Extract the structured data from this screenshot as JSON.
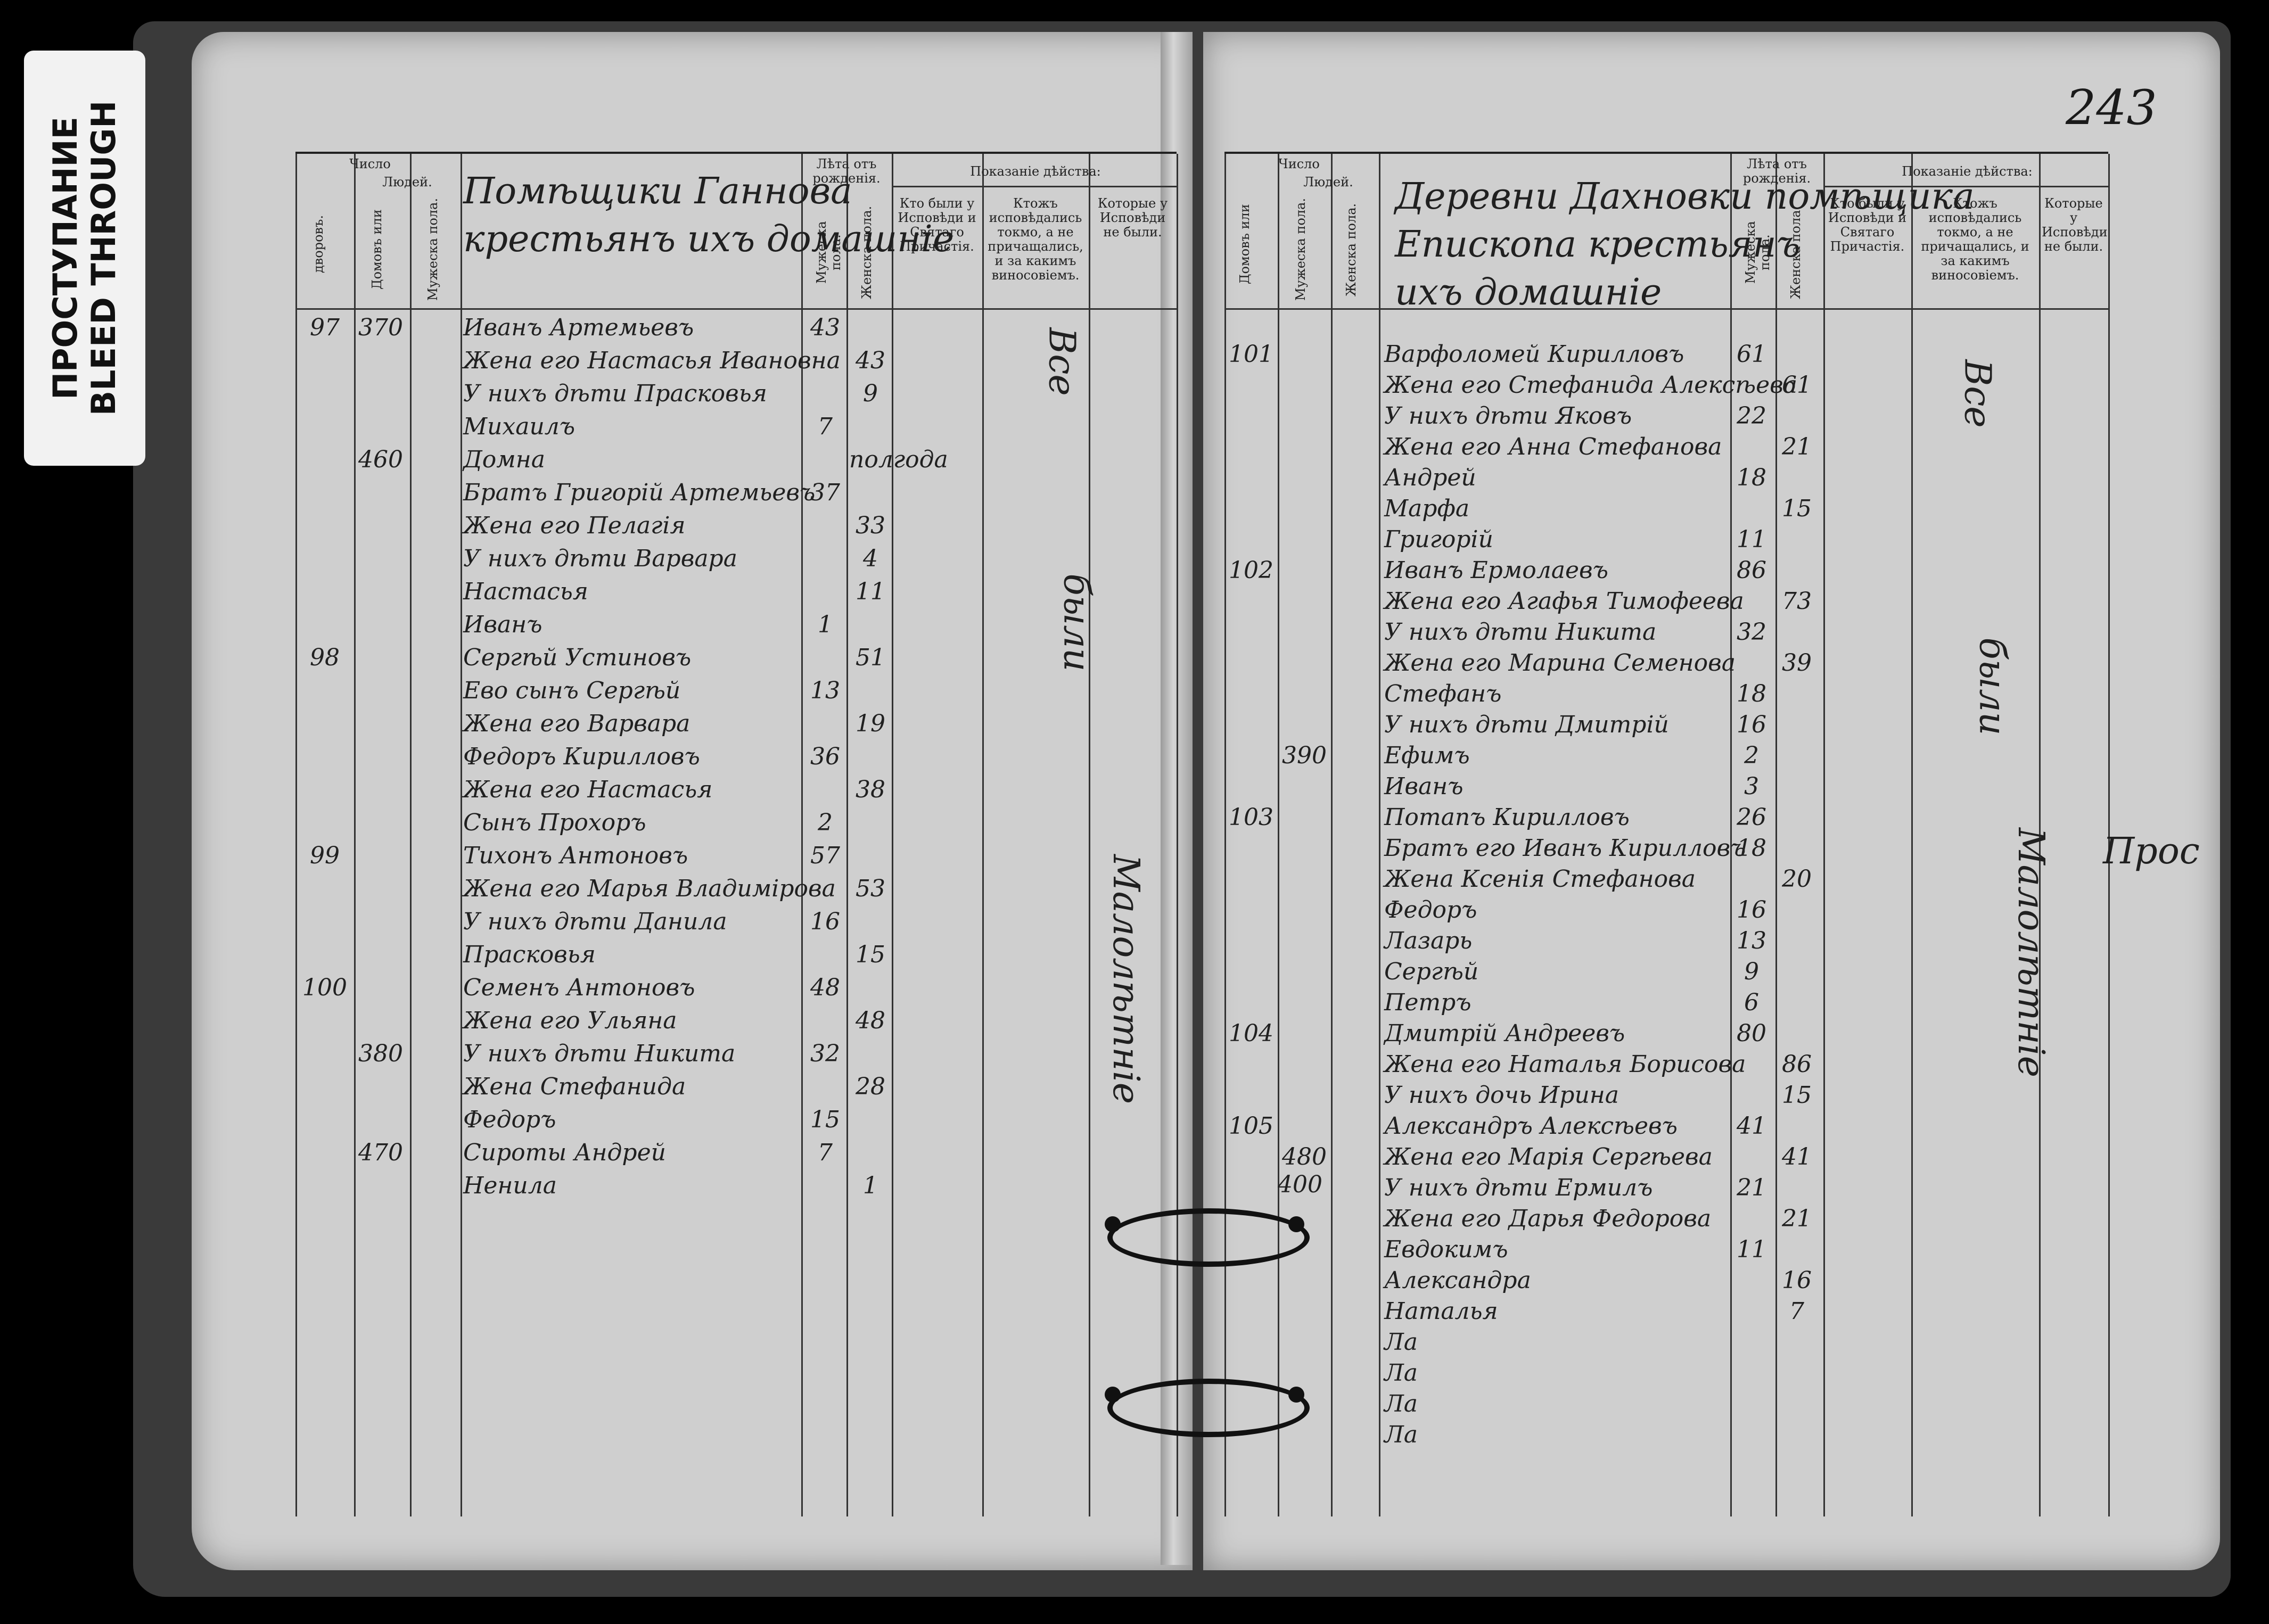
{
  "label": {
    "line1": "ПРОСТУПАНИЕ",
    "line2": "BLEED THROUGH"
  },
  "folio": "243",
  "headers": {
    "chislo": "Число",
    "dvorov": "дворовъ.",
    "domov": "Домовъ или",
    "lyudey": "Людей.",
    "muzh": "Мужеска пола.",
    "zhen": "Женска пола.",
    "leta": "Лѣта отъ рожденія.",
    "pokazanie": "Показаніе дѣйства:",
    "kto": "Кто были у Исповѣди и Святаго Причастія.",
    "ktozh": "Ктожъ исповѣдались токмо, а не причащались, и за какимъ виносовіемъ.",
    "kotorye": "Которые у Исповѣди не были."
  },
  "left": {
    "heading": [
      "Помѣщики Ганнова",
      "крестьянъ ихъ домашніе"
    ],
    "rows": [
      {
        "yard": "97",
        "people": "370",
        "name": "Иванъ Артемьевъ",
        "m": "43",
        "f": ""
      },
      {
        "yard": "",
        "people": "",
        "name": "Жена его Настасья Ивановна",
        "m": "",
        "f": "43"
      },
      {
        "yard": "",
        "people": "",
        "name": "У нихъ дѣти Прасковья",
        "m": "",
        "f": "9"
      },
      {
        "yard": "",
        "people": "",
        "name": "Михаилъ",
        "m": "7",
        "f": ""
      },
      {
        "yard": "",
        "people": "460",
        "name": "Домна",
        "m": "",
        "f": "полгода"
      },
      {
        "yard": "",
        "people": "",
        "name": "Братъ Григорій Артемьевъ",
        "m": "37",
        "f": ""
      },
      {
        "yard": "",
        "people": "",
        "name": "Жена его Пелагія",
        "m": "",
        "f": "33"
      },
      {
        "yard": "",
        "people": "",
        "name": "У нихъ дѣти Варвара",
        "m": "",
        "f": "4"
      },
      {
        "yard": "",
        "people": "",
        "name": "Настасья",
        "m": "",
        "f": "11"
      },
      {
        "yard": "",
        "people": "",
        "name": "Иванъ",
        "m": "1",
        "f": ""
      },
      {
        "yard": "98",
        "people": "",
        "name": "Сергѣй Устиновъ",
        "m": "",
        "f": "51"
      },
      {
        "yard": "",
        "people": "",
        "name": "Ево сынъ Сергѣй",
        "m": "13",
        "f": ""
      },
      {
        "yard": "",
        "people": "",
        "name": "Жена его Варвара",
        "m": "",
        "f": "19"
      },
      {
        "yard": "",
        "people": "",
        "name": "Федоръ Кирилловъ",
        "m": "36",
        "f": ""
      },
      {
        "yard": "",
        "people": "",
        "name": "Жена его Настасья",
        "m": "",
        "f": "38"
      },
      {
        "yard": "",
        "people": "",
        "name": "Сынъ Прохоръ",
        "m": "2",
        "f": ""
      },
      {
        "yard": "99",
        "people": "",
        "name": "Тихонъ Антоновъ",
        "m": "57",
        "f": ""
      },
      {
        "yard": "",
        "people": "",
        "name": "Жена его Марья Владимірова",
        "m": "",
        "f": "53"
      },
      {
        "yard": "",
        "people": "",
        "name": "У нихъ дѣти Данила",
        "m": "16",
        "f": ""
      },
      {
        "yard": "",
        "people": "",
        "name": "Прасковья",
        "m": "",
        "f": "15"
      },
      {
        "yard": "100",
        "people": "",
        "name": "Семенъ Антоновъ",
        "m": "48",
        "f": ""
      },
      {
        "yard": "",
        "people": "",
        "name": "Жена его Ульяна",
        "m": "",
        "f": "48"
      },
      {
        "yard": "",
        "people": "380",
        "name": "У нихъ дѣти Никита",
        "m": "32",
        "f": ""
      },
      {
        "yard": "",
        "people": "",
        "name": "Жена Стефанида",
        "m": "",
        "f": "28"
      },
      {
        "yard": "",
        "people": "",
        "name": "Федоръ",
        "m": "15",
        "f": ""
      },
      {
        "yard": "",
        "people": "470",
        "name": "Сироты Андрей",
        "m": "7",
        "f": ""
      },
      {
        "yard": "",
        "people": "",
        "name": "Ненила",
        "m": "",
        "f": "1"
      }
    ],
    "status": [
      "Все",
      "были"
    ],
    "status2": "Малолѣтніе"
  },
  "right": {
    "heading": [
      "Деревни Дахновки помѣщика",
      "Епископа крестьянъ",
      "ихъ домашніе"
    ],
    "rows": [
      {
        "yard": "101",
        "people": "",
        "name": "Варфоломей Кирилловъ",
        "m": "61",
        "f": ""
      },
      {
        "yard": "",
        "people": "",
        "name": "Жена его Стефанида Алексѣева",
        "m": "",
        "f": "61"
      },
      {
        "yard": "",
        "people": "",
        "name": "У нихъ дѣти Яковъ",
        "m": "22",
        "f": ""
      },
      {
        "yard": "",
        "people": "",
        "name": "Жена его Анна Стефанова",
        "m": "",
        "f": "21"
      },
      {
        "yard": "",
        "people": "",
        "name": "Андрей",
        "m": "18",
        "f": ""
      },
      {
        "yard": "",
        "people": "",
        "name": "Марфа",
        "m": "",
        "f": "15"
      },
      {
        "yard": "",
        "people": "",
        "name": "Григорій",
        "m": "11",
        "f": ""
      },
      {
        "yard": "102",
        "people": "",
        "name": "Иванъ Ермолаевъ",
        "m": "86",
        "f": ""
      },
      {
        "yard": "",
        "people": "",
        "name": "Жена его Агафья Тимофеева",
        "m": "",
        "f": "73"
      },
      {
        "yard": "",
        "people": "",
        "name": "У нихъ дѣти Никита",
        "m": "32",
        "f": ""
      },
      {
        "yard": "",
        "people": "",
        "name": "Жена его Марина Семенова",
        "m": "",
        "f": "39"
      },
      {
        "yard": "",
        "people": "",
        "name": "Стефанъ",
        "m": "18",
        "f": ""
      },
      {
        "yard": "",
        "people": "",
        "name": "У нихъ дѣти Дмитрій",
        "m": "16",
        "f": ""
      },
      {
        "yard": "",
        "people": "390",
        "name": "Ефимъ",
        "m": "2",
        "f": ""
      },
      {
        "yard": "",
        "people": "",
        "name": "Иванъ",
        "m": "3",
        "f": ""
      },
      {
        "yard": "103",
        "people": "",
        "name": "Потапъ Кирилловъ",
        "m": "26",
        "f": ""
      },
      {
        "yard": "",
        "people": "",
        "name": "Братъ его Иванъ Кирилловъ",
        "m": "18",
        "f": ""
      },
      {
        "yard": "",
        "people": "",
        "name": "Жена Ксенія Стефанова",
        "m": "",
        "f": "20"
      },
      {
        "yard": "",
        "people": "",
        "name": "Федоръ",
        "m": "16",
        "f": ""
      },
      {
        "yard": "",
        "people": "",
        "name": "Лазарь",
        "m": "13",
        "f": ""
      },
      {
        "yard": "",
        "people": "",
        "name": "Сергѣй",
        "m": "9",
        "f": ""
      },
      {
        "yard": "",
        "people": "",
        "name": "Петръ",
        "m": "6",
        "f": ""
      },
      {
        "yard": "104",
        "people": "",
        "name": "Дмитрій Андреевъ",
        "m": "80",
        "f": ""
      },
      {
        "yard": "",
        "people": "",
        "name": "Жена его Наталья Борисова",
        "m": "",
        "f": "86"
      },
      {
        "yard": "",
        "people": "",
        "name": "У нихъ дочь Ирина",
        "m": "",
        "f": "15"
      },
      {
        "yard": "105",
        "people": "",
        "name": "Александръ Алексѣевъ",
        "m": "41",
        "f": ""
      },
      {
        "yard": "",
        "people": "480",
        "name": "Жена его Марія Сергѣева",
        "m": "",
        "f": "41"
      },
      {
        "yard": "",
        "people": "",
        "name": "У нихъ дѣти Ермилъ",
        "m": "21",
        "f": ""
      },
      {
        "yard": "",
        "people": "",
        "name": "Жена его Дарья Федорова",
        "m": "",
        "f": "21"
      },
      {
        "yard": "",
        "people": "",
        "name": "Евдокимъ",
        "m": "11",
        "f": ""
      },
      {
        "yard": "",
        "people": "",
        "name": "Александра",
        "m": "",
        "f": "16"
      },
      {
        "yard": "",
        "people": "",
        "name": "Наталья",
        "m": "",
        "f": "7"
      },
      {
        "yard": "",
        "people": "",
        "name": "Ла",
        "m": "",
        "f": ""
      },
      {
        "yard": "",
        "people": "",
        "name": "Ла",
        "m": "",
        "f": ""
      },
      {
        "yard": "",
        "people": "",
        "name": "Ла",
        "m": "",
        "f": ""
      },
      {
        "yard": "",
        "people": "",
        "name": "Ла",
        "m": "",
        "f": ""
      }
    ],
    "status": [
      "Все",
      "были"
    ],
    "status2": "Малолѣтніе",
    "margin_note": "Прос",
    "side_people": "400"
  }
}
